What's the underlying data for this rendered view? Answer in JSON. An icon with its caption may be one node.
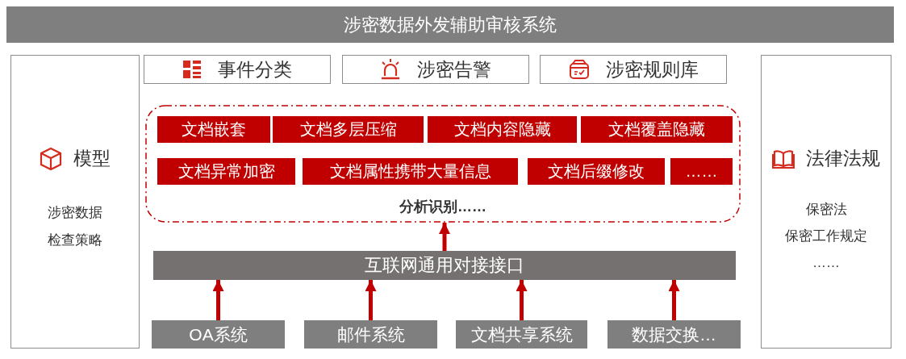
{
  "diagram": {
    "nodes": [
      {
        "text": [
          "涉密数据外发辅助审核系统"
        ]
      },
      {
        "text": [
          "模型",
          "涉密数据检查策略"
        ]
      },
      {
        "text": [
          "事件分类"
        ]
      },
      {
        "text": [
          "涉密告警"
        ]
      },
      {
        "text": [
          "涉密规则库"
        ]
      },
      {
        "text": [
          "法律法规",
          "保密法",
          "保密工作规定",
          "……"
        ]
      },
      {
        "text": [
          "分析识别……"
        ]
      },
      {
        "text": [
          "文档嵌套"
        ],
        "in": 6
      },
      {
        "text": [
          "文档多层压缩"
        ],
        "in": 6
      },
      {
        "text": [
          "文档内容隐藏"
        ],
        "in": 6
      },
      {
        "text": [
          "文档覆盖隐藏"
        ],
        "in": 6
      },
      {
        "text": [
          "文档异常加密"
        ],
        "in": 6
      },
      {
        "text": [
          "文档属性携带大量信息"
        ],
        "in": 6
      },
      {
        "text": [
          "文档后缀修改"
        ],
        "in": 6
      },
      {
        "text": [
          "……"
        ],
        "in": 6
      },
      {
        "text": [
          "互联网通用对接接口"
        ]
      },
      {
        "text": [
          "OA系统"
        ]
      },
      {
        "text": [
          "邮件系统"
        ]
      },
      {
        "text": [
          "文档共享系统"
        ]
      },
      {
        "text": [
          "数据交换…"
        ]
      }
    ],
    "edges": [
      {
        "from": 15,
        "to": 6,
        "arrow": "to"
      },
      {
        "from": 16,
        "to": 15,
        "arrow": "to"
      },
      {
        "from": 17,
        "to": 15,
        "arrow": "to"
      },
      {
        "from": 18,
        "to": 15,
        "arrow": "to"
      },
      {
        "from": 19,
        "to": 15,
        "arrow": "to"
      }
    ]
  }
}
